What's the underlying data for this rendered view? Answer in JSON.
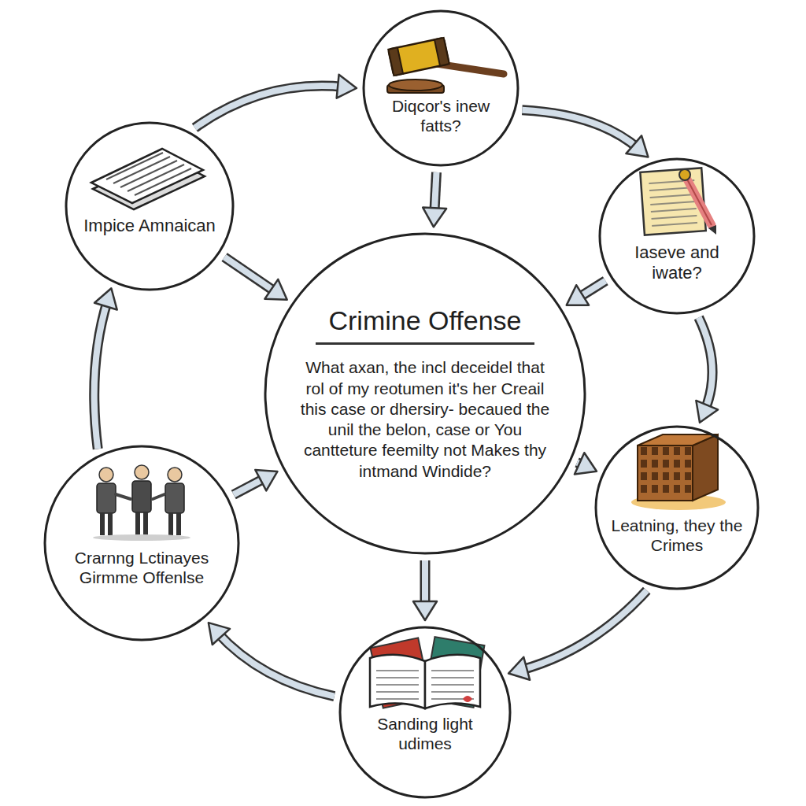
{
  "diagram": {
    "nodes": [
      {
        "text": [
          "Diqcor's inew fatts?"
        ]
      },
      {
        "text": [
          "Impice Amnaican"
        ]
      },
      {
        "text": [
          "Iaseve and iwate?"
        ]
      },
      {
        "text": [
          "Crimine Offense",
          "What axan, the incl deceidel that rol of my reotumen it's her Creail this case or dhersiry- becaued the unil the belon, case or You cantteture feemilty not Makes thy intmand Windide?"
        ]
      },
      {
        "text": [
          "Crarnng Lctinayes Girmme Offenlse"
        ]
      },
      {
        "text": [
          "Leatning, they the Crimes"
        ]
      },
      {
        "text": [
          "Sanding light udimes"
        ]
      }
    ],
    "edges": [
      {
        "from": 0,
        "to": 3,
        "arrow": "to"
      },
      {
        "from": 1,
        "to": 3,
        "arrow": "to"
      },
      {
        "from": 2,
        "to": 3,
        "arrow": "to"
      },
      {
        "from": 4,
        "to": 3,
        "arrow": "to"
      },
      {
        "from": 3,
        "to": 5,
        "arrow": "to"
      },
      {
        "from": 3,
        "to": 6,
        "arrow": "to"
      },
      {
        "from": 4,
        "to": 1,
        "arrow": "to"
      },
      {
        "from": 1,
        "to": 0,
        "arrow": "to"
      },
      {
        "from": 0,
        "to": 2,
        "arrow": "to"
      },
      {
        "from": 2,
        "to": 5,
        "arrow": "to"
      },
      {
        "from": 5,
        "to": 6,
        "arrow": "to"
      },
      {
        "from": 6,
        "to": 4,
        "arrow": "to"
      }
    ]
  }
}
